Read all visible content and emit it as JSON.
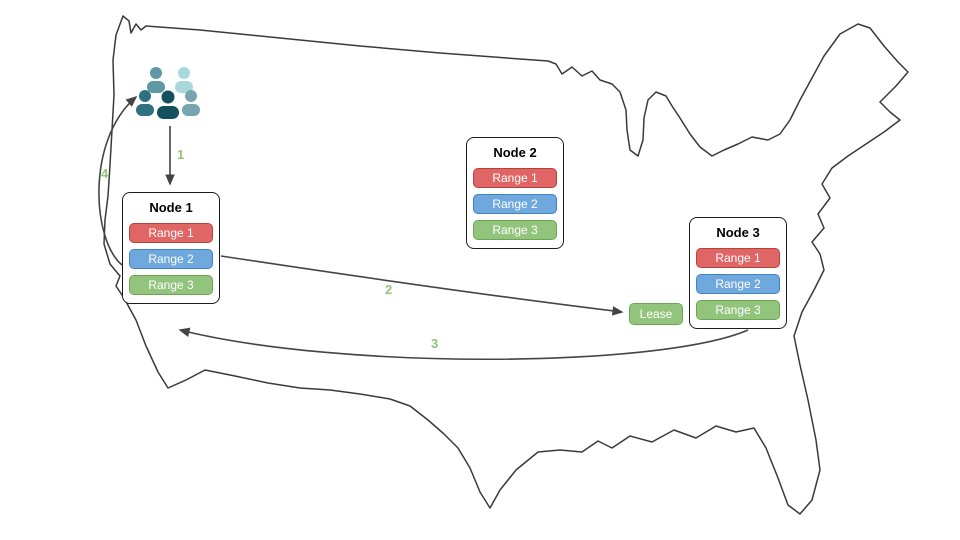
{
  "nodes": [
    {
      "title": "Node 1",
      "ranges": [
        {
          "label": "Range 1"
        },
        {
          "label": "Range 2"
        },
        {
          "label": "Range 3"
        }
      ]
    },
    {
      "title": "Node 2",
      "ranges": [
        {
          "label": "Range 1"
        },
        {
          "label": "Range 2"
        },
        {
          "label": "Range 3"
        }
      ]
    },
    {
      "title": "Node 3",
      "ranges": [
        {
          "label": "Range 1"
        },
        {
          "label": "Range 2"
        },
        {
          "label": "Range 3"
        }
      ]
    }
  ],
  "lease": {
    "label": "Lease"
  },
  "flow_labels": {
    "step1": "1",
    "step2": "2",
    "step3": "3",
    "step4": "4"
  },
  "icons": {
    "users_group": "users-group-icon"
  },
  "colors": {
    "range1": "#e06666",
    "range2": "#6fa8dc",
    "range3": "#93c47d",
    "lease_bg": "#93c47d",
    "step_label_green": "#93c47d",
    "arrow": "#444444",
    "map_outline": "#3a3a3a",
    "users_icon_shades": [
      "#a8d8dc",
      "#5f98a5",
      "#2e6f80",
      "#76a5af",
      "#14505e"
    ]
  }
}
